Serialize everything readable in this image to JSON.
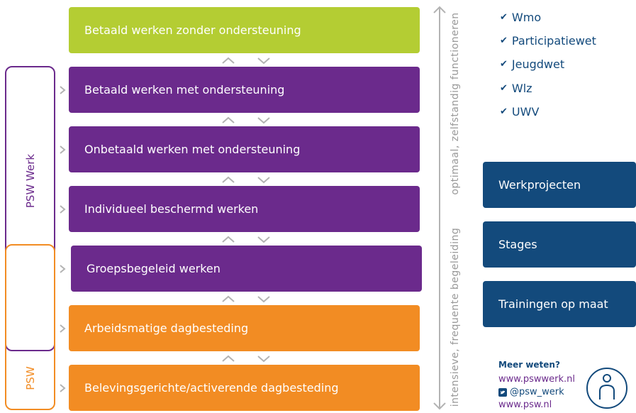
{
  "steps": [
    {
      "label": "Betaald werken zonder ondersteuning"
    },
    {
      "label": "Betaald werken met ondersteuning"
    },
    {
      "label": "Onbetaald werken met ondersteuning"
    },
    {
      "label": "Individueel beschermd werken"
    },
    {
      "label": "Groepsbegeleid werken"
    },
    {
      "label": "Arbeidsmatige dagbesteding"
    },
    {
      "label": "Belevingsgerichte/activerende dagbesteding"
    }
  ],
  "brackets": {
    "psw_werk": "PSW Werk",
    "psw": "PSW"
  },
  "axis": {
    "top_label": "optimaal, zelfstandig functioneren",
    "bottom_label": "intensieve, frequente begeleiding"
  },
  "laws": [
    "Wmo",
    "Participatiewet",
    "Jeugdwet",
    "Wlz",
    "UWV"
  ],
  "programs": [
    "Werkprojecten",
    "Stages",
    "Trainingen op maat"
  ],
  "info": {
    "heading": "Meer weten?",
    "site1": "www.pswwerk.nl",
    "twitter": "@psw_werk",
    "site2": "www.psw.nl"
  },
  "colors": {
    "green": "#b4cd33",
    "purple": "#6b2a8c",
    "orange": "#f28c23",
    "navy": "#134a7c",
    "gray": "#b3b3b3"
  },
  "icons": [
    "checkmark-icon",
    "chevron-up-icon",
    "chevron-down-icon",
    "chevron-right-icon",
    "twitter-icon",
    "info-person-icon"
  ]
}
